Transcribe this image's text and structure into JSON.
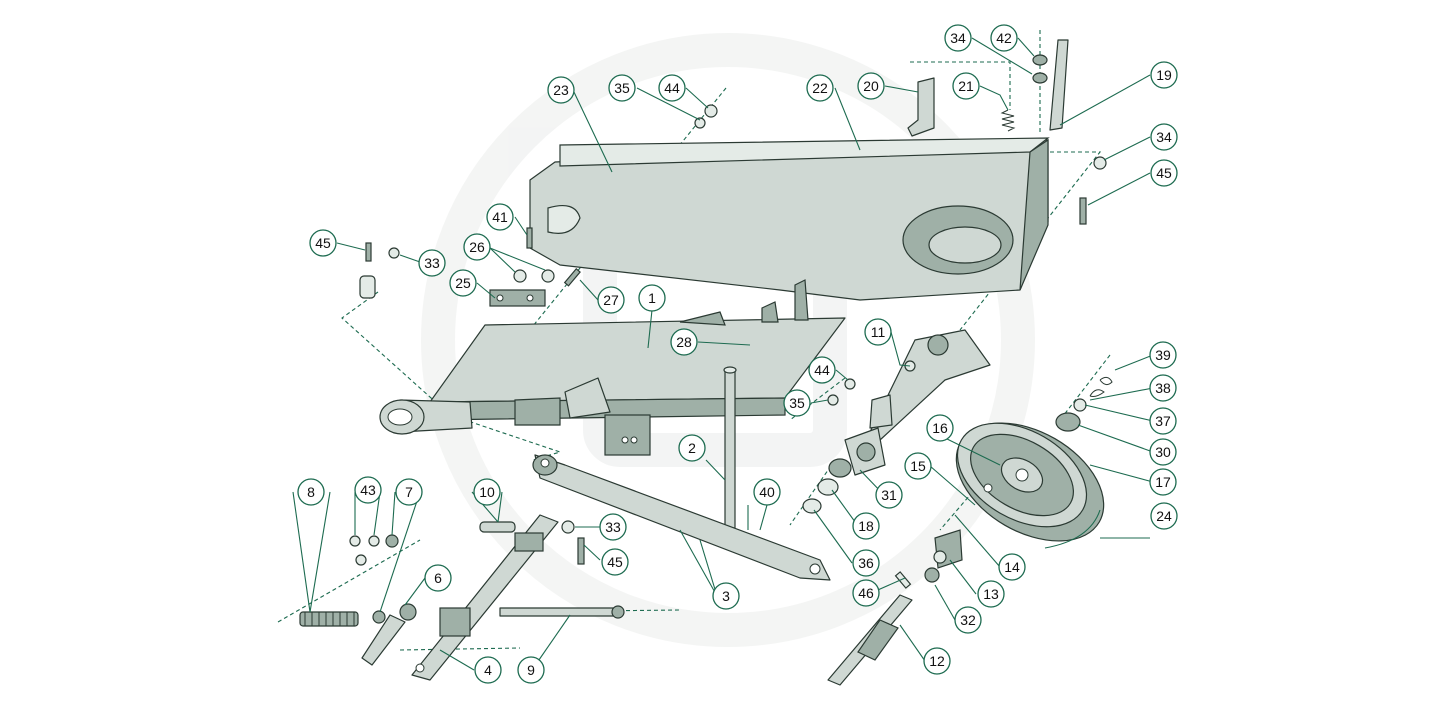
{
  "callouts": {
    "c1": "1",
    "c2": "2",
    "c3": "3",
    "c4": "4",
    "c6": "6",
    "c7": "7",
    "c8": "8",
    "c9": "9",
    "c10": "10",
    "c11": "11",
    "c12": "12",
    "c13": "13",
    "c14": "14",
    "c15": "15",
    "c16": "16",
    "c17": "17",
    "c18": "18",
    "c19": "19",
    "c20": "20",
    "c21": "21",
    "c22": "22",
    "c23": "23",
    "c24": "24",
    "c25": "25",
    "c26": "26",
    "c27": "27",
    "c28": "28",
    "c30": "30",
    "c31": "31",
    "c32": "32",
    "c33a": "33",
    "c33b": "33",
    "c34a": "34",
    "c34b": "34",
    "c35a": "35",
    "c35b": "35",
    "c36": "36",
    "c37": "37",
    "c38": "38",
    "c39": "39",
    "c40": "40",
    "c41": "41",
    "c42": "42",
    "c43": "43",
    "c44a": "44",
    "c44b": "44",
    "c45a": "45",
    "c45b": "45",
    "c45c": "45",
    "c46": "46"
  },
  "colors": {
    "accent": "#1d6b50",
    "part_fill": "#cfd8d3",
    "part_dark": "#9fb0a7",
    "watermark": "#e9ecea"
  }
}
